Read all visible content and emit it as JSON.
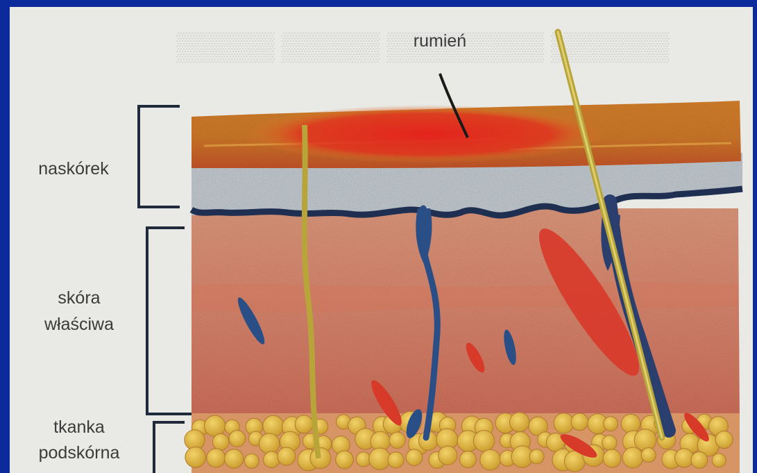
{
  "diagram": {
    "callout": "rumień",
    "layers": [
      {
        "id": "epidermis",
        "label": "naskórek"
      },
      {
        "id": "dermis",
        "label_line1": "skóra",
        "label_line2": "właściwa"
      },
      {
        "id": "subcutis",
        "label_line1": "tkanka",
        "label_line2": "podskórna"
      }
    ]
  },
  "colors": {
    "background": "#0b2a9c",
    "erythema": "#e4231d",
    "epidermis_top": "#d9822a",
    "basal_layer": "#8f9aa3",
    "dermis": "#d97d66",
    "fat": "#d9b03a",
    "vessel_blue": "#2a4f86",
    "muscle": "#d83a2a",
    "hair": "#b8a53a"
  }
}
